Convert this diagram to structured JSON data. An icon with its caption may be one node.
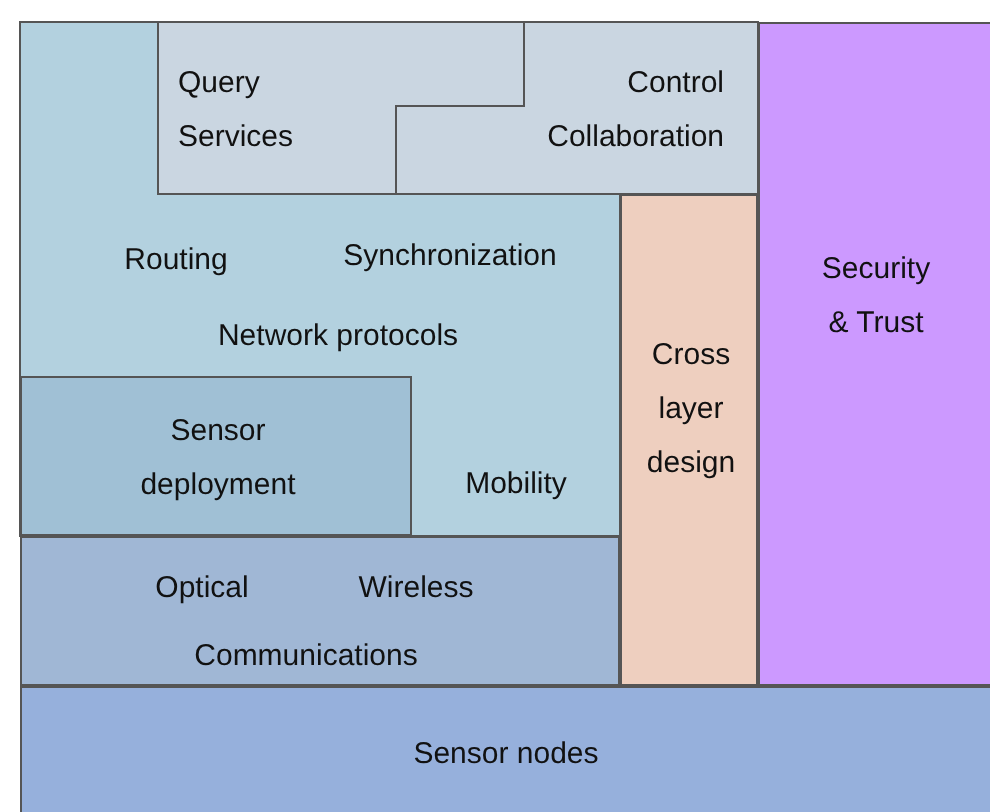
{
  "diagram": {
    "nodes": [
      {
        "text": [
          "Routing",
          "Synchronization",
          "Network protocols",
          "Mobility"
        ]
      },
      {
        "text": [
          "Query Services"
        ],
        "in": 0
      },
      {
        "text": [
          "Control Collaboration"
        ]
      },
      {
        "text": [
          "Cross layer design"
        ]
      },
      {
        "text": [
          "Security & Trust"
        ]
      },
      {
        "text": [
          "Sensor deployment"
        ],
        "in": 0
      },
      {
        "text": [
          "Optical",
          "Wireless",
          "Communications"
        ]
      },
      {
        "text": [
          "Sensor nodes"
        ]
      }
    ]
  }
}
